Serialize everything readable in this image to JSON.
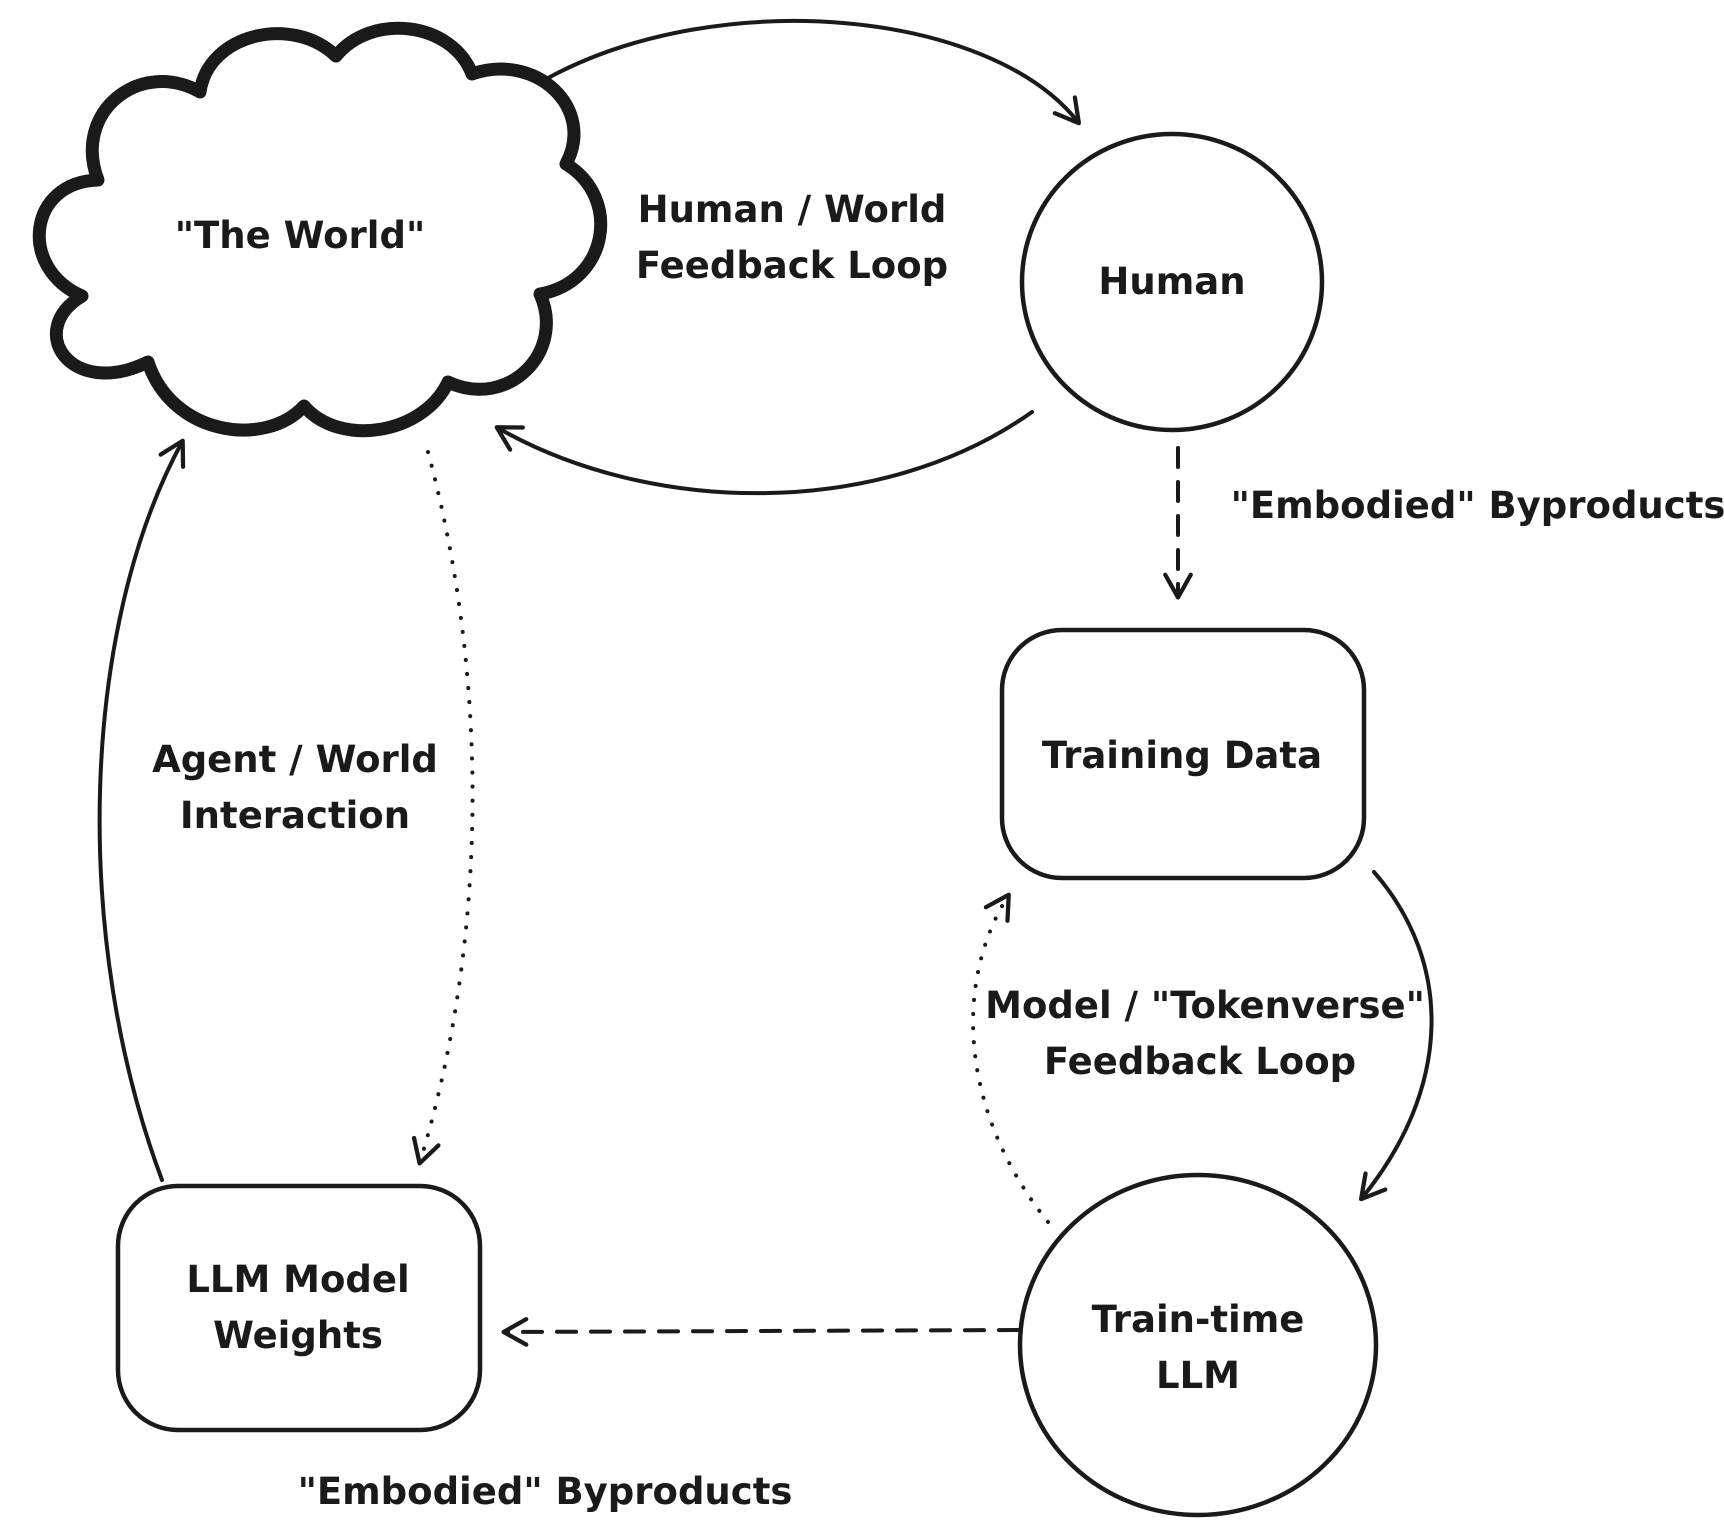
{
  "diagram": {
    "background": "#ffffff",
    "ink": "#1a1a1a",
    "nodes": {
      "world": {
        "label": "\"The World\""
      },
      "human": {
        "label": "Human"
      },
      "training_data": {
        "label": "Training Data"
      },
      "train_time_llm": {
        "line1": "Train-time",
        "line2": "LLM"
      },
      "llm_model_weights": {
        "line1": "LLM Model",
        "line2": "Weights"
      }
    },
    "edge_labels": {
      "human_world_loop": {
        "line1": "Human / World",
        "line2": "Feedback Loop"
      },
      "embodied_byproducts_top": {
        "label": "\"Embodied\" Byproducts"
      },
      "model_tokenverse_loop": {
        "line1": "Model / \"Tokenverse\"",
        "line2": "Feedback Loop"
      },
      "agent_world_interaction": {
        "line1": "Agent / World",
        "line2": "Interaction"
      },
      "embodied_byproducts_bottom": {
        "label": "\"Embodied\" Byproducts"
      }
    }
  }
}
